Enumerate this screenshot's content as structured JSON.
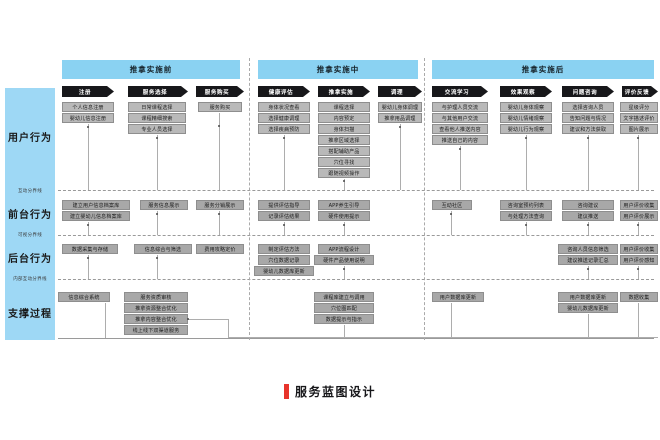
{
  "footer": {
    "title": "服务蓝图设计",
    "accent_color": "#e8342b"
  },
  "colors": {
    "band": "#9ed8f5",
    "phase": "#8ad2f2",
    "chip": "#b9b9b9",
    "chevron": "#17171a"
  },
  "rows": [
    {
      "name": "user-behavior",
      "label": "用户行为"
    },
    {
      "name": "interaction-line",
      "label": "互动分界线"
    },
    {
      "name": "frontstage-behavior",
      "label": "前台行为"
    },
    {
      "name": "visibility-line",
      "label": "可视分界线"
    },
    {
      "name": "backstage-behavior",
      "label": "后台行为"
    },
    {
      "name": "internal-interaction-line",
      "label": "内部互动分界线"
    },
    {
      "name": "support-process",
      "label": "支撑过程"
    }
  ],
  "phases": [
    {
      "name": "before",
      "label": "推拿实施前"
    },
    {
      "name": "during",
      "label": "推拿实施中"
    },
    {
      "name": "after",
      "label": "推拿实施后"
    }
  ],
  "stages": [
    {
      "name": "register",
      "label": "注册"
    },
    {
      "name": "service-choice",
      "label": "服务选择"
    },
    {
      "name": "service-purchase",
      "label": "服务购买"
    },
    {
      "name": "health-assessment",
      "label": "健康评估"
    },
    {
      "name": "massage-implementation",
      "label": "推拿实施"
    },
    {
      "name": "conditioning",
      "label": "调理"
    },
    {
      "name": "exchange-learning",
      "label": "交流学习"
    },
    {
      "name": "effect-observation",
      "label": "效果观察"
    },
    {
      "name": "problem-consulting",
      "label": "问题咨询"
    },
    {
      "name": "evaluation-feedback",
      "label": "评价反馈"
    }
  ],
  "cells": {
    "user": [
      [
        "个人信息注册",
        "婴幼儿信息注册"
      ],
      [
        "日常课程选择",
        "课程精细搜索",
        "专业人员选择"
      ],
      [
        "服务购买"
      ],
      [
        "身体状况查看",
        "选择健康调理",
        "选择疾病预防"
      ],
      [
        "课程选择",
        "内容预定",
        "身体扫描",
        "推拿区域选择",
        "搭配辅助产品",
        "穴位寻找",
        "跟随视频操作"
      ],
      [
        "婴幼儿身体调理",
        "推拿用品调理"
      ],
      [
        "与护理人员交流",
        "与其他用户交流",
        "查看他人推送内容",
        "推送自己的内容"
      ],
      [
        "婴幼儿身体观察",
        "婴幼儿情绪观察",
        "婴幼儿行为观察"
      ],
      [
        "选择咨询人员",
        "告知问题与情况",
        "建议和方法获取"
      ],
      [
        "星级评分",
        "文字描述评价",
        "图片展示"
      ]
    ],
    "frontstage": [
      [
        "建立用户信息档案库",
        "建立婴幼儿信息档案库"
      ],
      [
        "服务信息展示"
      ],
      [
        "服务分销展示"
      ],
      [
        "提供评估指导",
        "记录评估结果"
      ],
      [
        "APP养生引导",
        "硬件使用提示"
      ],
      [
        "互动社区"
      ],
      [
        "咨询室预约列表",
        "与处理方法查询"
      ],
      [
        "咨询建议",
        "建议推送"
      ],
      [
        "用户评价收集",
        "用户评价展示"
      ]
    ],
    "backstage": [
      [
        "数据采集与存储"
      ],
      [
        "信息综合与筛选"
      ],
      [
        "费用攻略定价"
      ],
      [
        "制定评估方法",
        "穴位数据记录",
        "婴幼儿数据库更新"
      ],
      [
        "APP流程设计",
        "硬件产品使用说明"
      ],
      [
        "咨询人员信息筛选",
        "建议推送记录汇总"
      ],
      [
        "用户评价收集",
        "用户评价感知"
      ]
    ],
    "support": [
      [
        "信息综合系统"
      ],
      [
        "服务资质审核",
        "推拿资源整合优化",
        "推拿内容整合优化",
        "线上线下双渠道服务"
      ],
      [
        "课程库建立与调用",
        "穴位图匹配",
        "数据提示与指示"
      ],
      [
        "用户数据库更新"
      ],
      [
        "用户数据库更新",
        "婴幼儿数据库更新"
      ],
      [
        "数据收集"
      ]
    ]
  }
}
